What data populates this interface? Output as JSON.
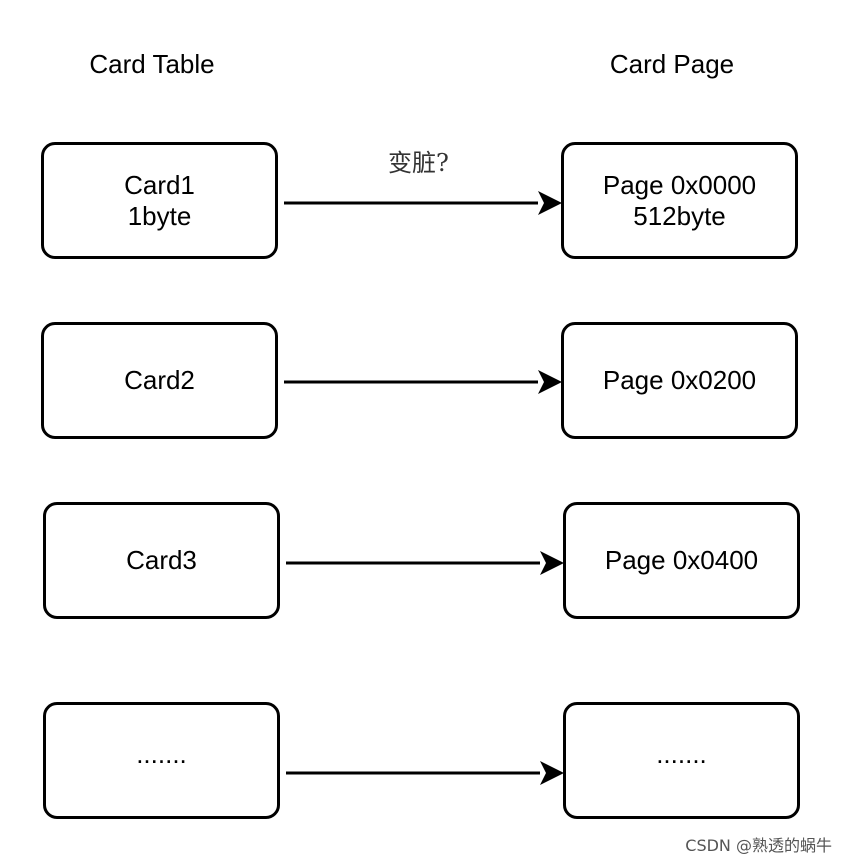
{
  "columns": {
    "left_title": "Card Table",
    "right_title": "Card Page"
  },
  "rows": [
    {
      "card": {
        "line1": "Card1",
        "line2": "1byte"
      },
      "page": {
        "line1": "Page 0x0000",
        "line2": "512byte"
      },
      "arrow_label": "变脏?"
    },
    {
      "card": {
        "line1": "Card2"
      },
      "page": {
        "line1": "Page 0x0200"
      }
    },
    {
      "card": {
        "line1": "Card3"
      },
      "page": {
        "line1": "Page 0x0400"
      }
    },
    {
      "card": {
        "line1": "......."
      },
      "page": {
        "line1": "......."
      }
    }
  ],
  "colors": {
    "stroke": "#000000",
    "background": "#ffffff"
  },
  "watermark": "CSDN @熟透的蜗牛"
}
